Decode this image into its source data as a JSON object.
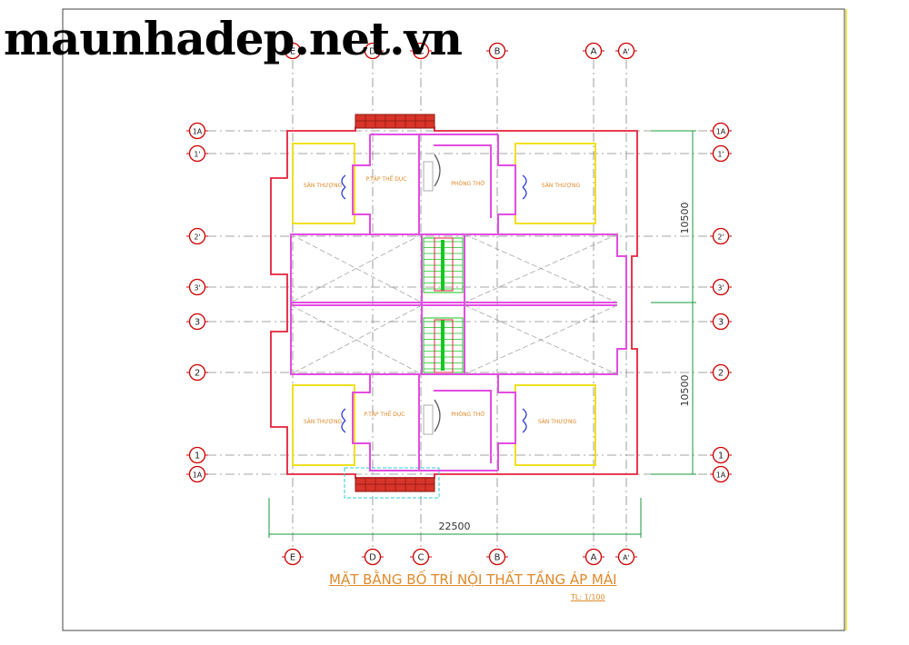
{
  "watermark": "maunhadep.net.vn",
  "title": "MẶT BẰNG BỐ TRÍ NỘI THẤT TẦNG ÁP MÁI",
  "scale": "TL: 1/100",
  "grid_top": [
    "E",
    "D",
    "C",
    "B",
    "A",
    "A'"
  ],
  "grid_bottom": [
    "E",
    "D",
    "C",
    "B",
    "A",
    "A'"
  ],
  "grid_rows": [
    "1A",
    "1'",
    "2'",
    "3'",
    "3",
    "2",
    "1",
    "1A"
  ],
  "dimensions": {
    "overall_width": "22500",
    "upper_height": "10500",
    "lower_height": "10500"
  },
  "rooms": {
    "terrace_label": "SÂN THƯỢNG",
    "gym_label": "P.TẬP THỂ DỤC",
    "altar_label": "PHÒNG THỜ"
  },
  "colors": {
    "wall_magenta": "#e34ce3",
    "terrace_yellow": "#f0e020",
    "outline_red": "#e5203a",
    "grid_marker": "#cc0000",
    "stair_green": "#14c81e",
    "label_orange": "#e0892a",
    "dimension_green": "#1a9a3a"
  }
}
